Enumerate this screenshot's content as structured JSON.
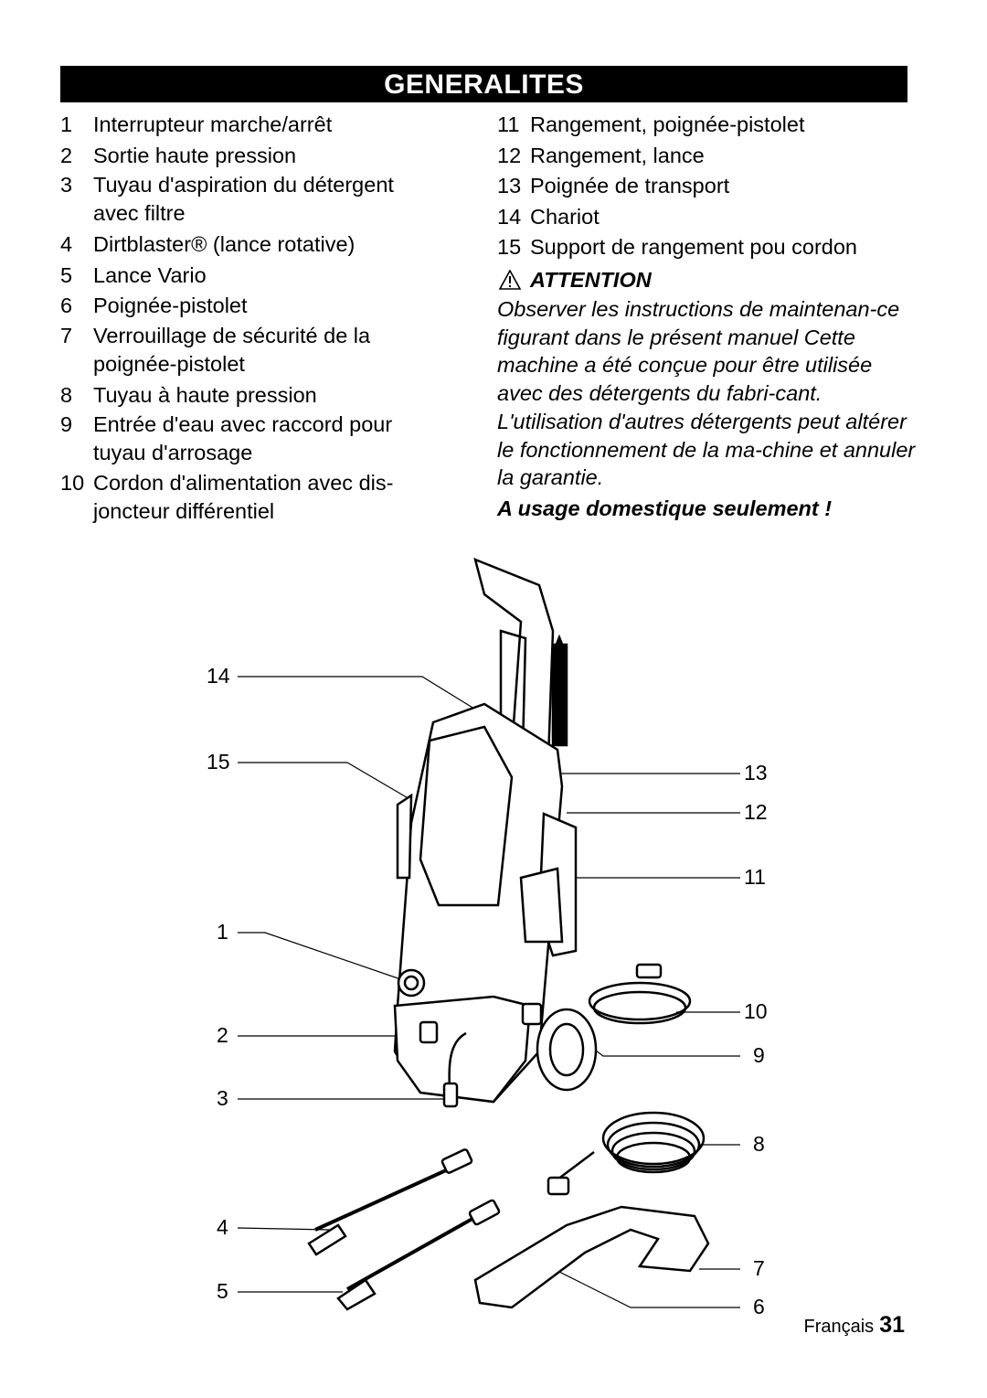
{
  "header": {
    "title": "GENERALITES"
  },
  "left_items": [
    {
      "num": "1",
      "text": "Interrupteur marche/arrêt"
    },
    {
      "num": "2",
      "text": "Sortie haute pression"
    },
    {
      "num": "3",
      "text": "Tuyau d'aspiration du détergent avec filtre"
    },
    {
      "num": "4",
      "text": "Dirtblaster® (lance rotative)"
    },
    {
      "num": "5",
      "text": "Lance Vario"
    },
    {
      "num": "6",
      "text": "Poignée-pistolet"
    },
    {
      "num": "7",
      "text": "Verrouillage de sécurité de la poignée-pistolet"
    },
    {
      "num": "8",
      "text": "Tuyau à haute pression"
    },
    {
      "num": "9",
      "text": "Entrée d'eau avec raccord pour tuyau d'arrosage"
    },
    {
      "num": "10",
      "text": "Cordon d'alimentation avec dis-joncteur différentiel"
    }
  ],
  "right_items": [
    {
      "num": "11",
      "text": "Rangement, poignée-pistolet"
    },
    {
      "num": "12",
      "text": "Rangement, lance"
    },
    {
      "num": "13",
      "text": "Poignée de transport"
    },
    {
      "num": "14",
      "text": "Chariot"
    },
    {
      "num": "15",
      "text": "Support de rangement pou cordon"
    }
  ],
  "attention": {
    "heading": "ATTENTION",
    "body": "Observer les instructions de maintenan-ce figurant dans le présent manuel Cette machine a été conçue pour être utilisée avec des détergents du fabri-cant. L'utilisation d'autres détergents peut altérer le fonctionnement de la ma-chine et annuler la garantie.",
    "domestic": "A usage domestique seulement !"
  },
  "callouts": {
    "c1": "1",
    "c2": "2",
    "c3": "3",
    "c4": "4",
    "c5": "5",
    "c6": "6",
    "c7": "7",
    "c8": "8",
    "c9": "9",
    "c10": "10",
    "c11": "11",
    "c12": "12",
    "c13": "13",
    "c14": "14",
    "c15": "15"
  },
  "footer": {
    "language": "Français",
    "page": "31"
  }
}
